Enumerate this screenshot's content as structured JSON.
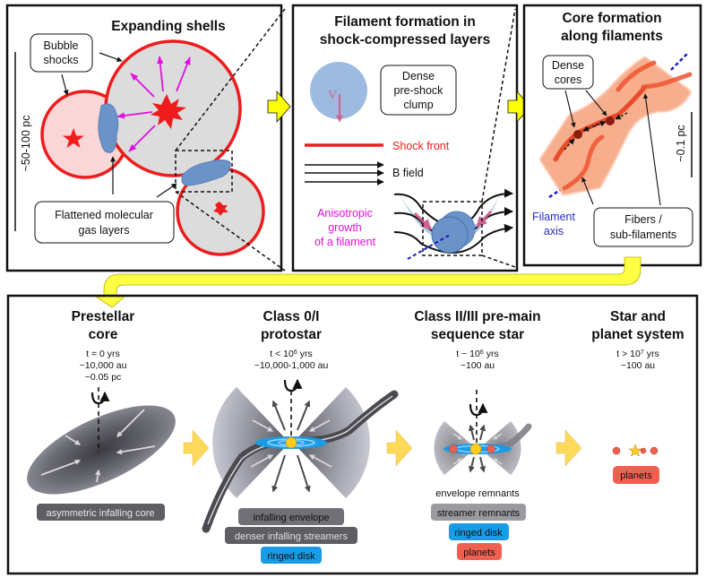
{
  "panels": {
    "expanding_shells": {
      "title": "Expanding shells",
      "scale_label": "~50-100 pc",
      "callout_bubble": [
        "Bubble",
        "shocks"
      ],
      "callout_layers": [
        "Flattened molecular",
        "gas layers"
      ]
    },
    "filament_formation": {
      "title": [
        "Filament formation in",
        "shock-compressed layers"
      ],
      "callout_clump": [
        "Dense",
        "pre-shock",
        "clump"
      ],
      "velocity_symbol": "V",
      "shock_front": "Shock front",
      "b_field": "B field",
      "anisotropic": [
        "Anisotropic",
        "growth",
        "of a filament"
      ]
    },
    "core_formation": {
      "title": [
        "Core formation",
        "along filaments"
      ],
      "callout_cores": [
        "Dense",
        "cores"
      ],
      "callout_fibers": [
        "Fibers /",
        "sub-filaments"
      ],
      "filament_axis": [
        "Filament",
        "axis"
      ],
      "scale_label": "~0.1 pc"
    }
  },
  "stages": [
    {
      "title": [
        "Prestellar",
        "core"
      ],
      "time_base": "t = 0 yrs",
      "time_sup": "",
      "sizes": [
        "~10,000 au",
        "~0.05 pc"
      ],
      "pills": [
        {
          "text": "asymmetric infalling core",
          "style": "dark"
        }
      ]
    },
    {
      "title": [
        "Class 0/I",
        "protostar"
      ],
      "time_base": "t < 10",
      "time_sup": "6",
      "time_unit": " yrs",
      "sizes": [
        "~10,000-1,000 au"
      ],
      "pills": [
        {
          "text": "infalling envelope",
          "style": "envelope"
        },
        {
          "text": "denser infalling streamers",
          "style": "dark"
        },
        {
          "text": "ringed disk",
          "style": "blue"
        }
      ]
    },
    {
      "title": [
        "Class II/III pre-main",
        "sequence star"
      ],
      "time_base": "t ~ 10",
      "time_sup": "6",
      "time_unit": " yrs",
      "sizes": [
        "~100 au"
      ],
      "plain_label": "envelope remnants",
      "pills": [
        {
          "text": "streamer remnants",
          "style": "gray"
        },
        {
          "text": "ringed disk",
          "style": "blue"
        },
        {
          "text": "planets",
          "style": "red"
        }
      ]
    },
    {
      "title": [
        "Star and",
        "planet system"
      ],
      "time_base": "t > 10",
      "time_sup": "7",
      "time_unit": " yrs",
      "sizes": [
        "~100 au"
      ],
      "pills": [
        {
          "text": "planets",
          "style": "red"
        }
      ]
    }
  ],
  "colors": {
    "shock_red": "#ee1c1c",
    "magenta": "#e010e0",
    "gas_blue": "#6b93c8",
    "clump_blue": "#9dbbe0",
    "arrow_yellow": "#ffff00",
    "stage_arrow_yellow": "#ffd95a",
    "disk_blue": "#1a9be6",
    "planet_red": "#f06050",
    "star_yellow": "#ffcc22",
    "filament_orange": "#f6a07a",
    "axis_blue": "#1a1acc"
  }
}
